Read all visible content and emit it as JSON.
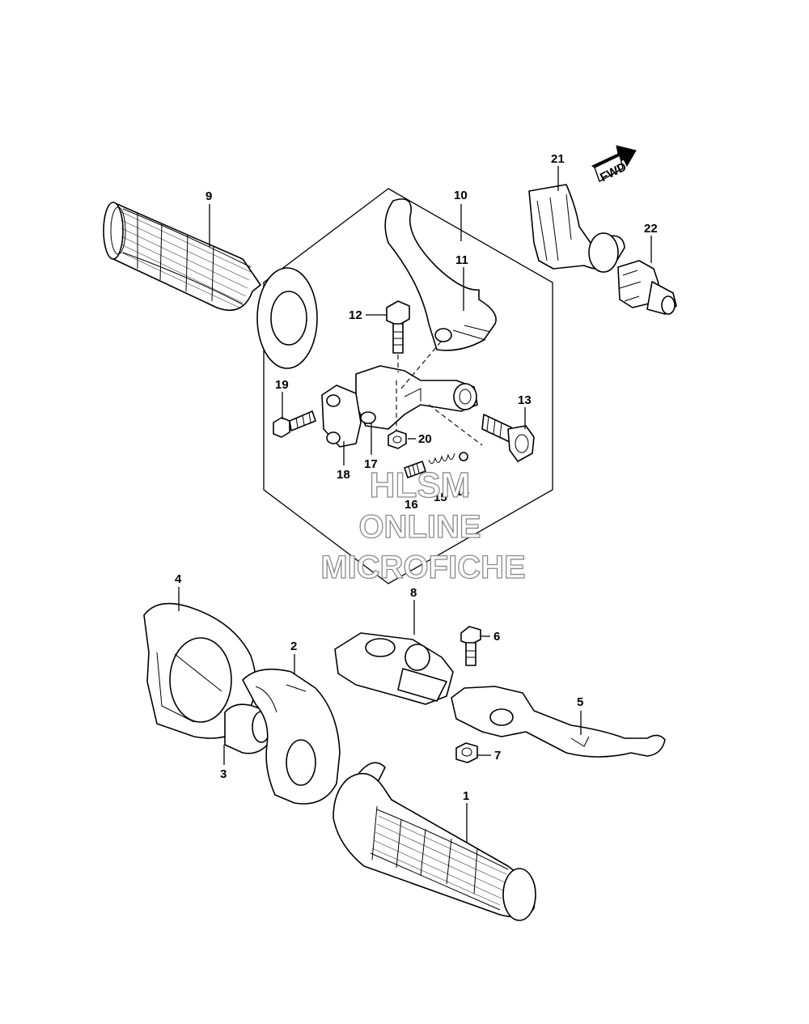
{
  "diagram": {
    "callouts": [
      {
        "id": "1",
        "label": "1"
      },
      {
        "id": "2",
        "label": "2"
      },
      {
        "id": "3",
        "label": "3"
      },
      {
        "id": "4",
        "label": "4"
      },
      {
        "id": "5",
        "label": "5"
      },
      {
        "id": "6",
        "label": "6"
      },
      {
        "id": "7",
        "label": "7"
      },
      {
        "id": "8",
        "label": "8"
      },
      {
        "id": "9",
        "label": "9"
      },
      {
        "id": "10",
        "label": "10"
      },
      {
        "id": "11",
        "label": "11"
      },
      {
        "id": "12",
        "label": "12"
      },
      {
        "id": "13",
        "label": "13"
      },
      {
        "id": "14",
        "label": "14"
      },
      {
        "id": "15",
        "label": "15"
      },
      {
        "id": "16",
        "label": "16"
      },
      {
        "id": "17",
        "label": "17"
      },
      {
        "id": "18",
        "label": "18"
      },
      {
        "id": "19",
        "label": "19"
      },
      {
        "id": "20",
        "label": "20"
      },
      {
        "id": "21",
        "label": "21"
      },
      {
        "id": "22",
        "label": "22"
      }
    ],
    "direction_arrow": "FWD",
    "watermark": {
      "line1": "HLSM",
      "line2": "ONLINE",
      "line3": "MICROFICHE"
    }
  }
}
